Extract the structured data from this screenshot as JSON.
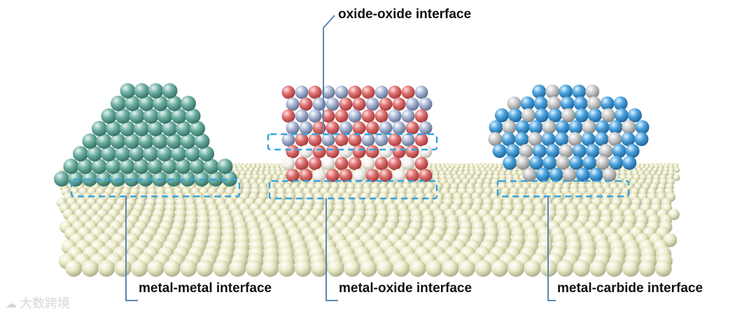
{
  "labels": {
    "oxide_oxide": "oxide-oxide interface",
    "metal_metal": "metal-metal interface",
    "metal_oxide": "metal-oxide interface",
    "metal_carbide": "metal-carbide interface"
  },
  "watermark": {
    "text": "大数跨境",
    "icon": "cloud-logo-icon"
  },
  "colors": {
    "background": "#ffffff",
    "substrate_atom": "#ecebc8",
    "metal_atom": "#6fb0a2",
    "oxide_red": "#e07070",
    "oxide_blue_grey": "#a9b7d6",
    "oxide_white": "#f3f0ec",
    "carbide_blue": "#4ba3de",
    "carbide_grey": "#c9cac9",
    "dashed_box": "#36a3de",
    "leader_line": "#5b87b8"
  }
}
